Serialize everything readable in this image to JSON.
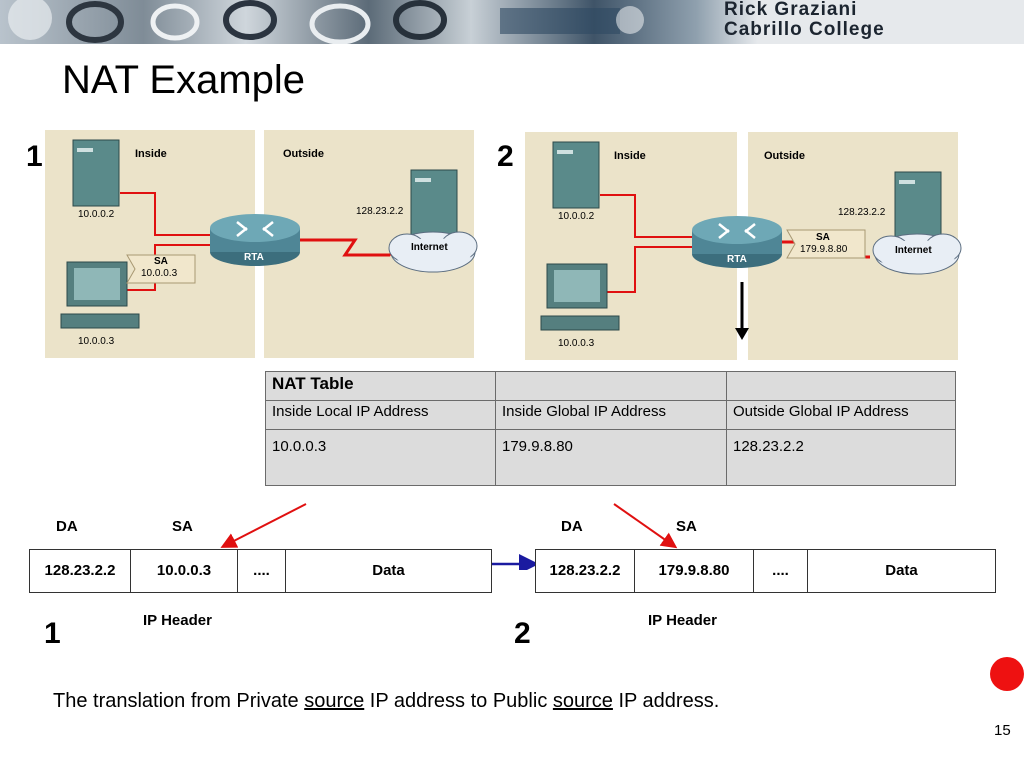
{
  "banner": {
    "author_line1": "Rick Graziani",
    "author_line2": "Cabrillo College"
  },
  "title": "NAT Example",
  "diagram1": {
    "step": "1",
    "inside_label": "Inside",
    "outside_label": "Outside",
    "server_ip": "10.0.0.2",
    "pc_ip": "10.0.0.3",
    "router_label": "RTA",
    "remote_ip": "128.23.2.2",
    "cloud_label": "Internet",
    "sa_tag": "SA",
    "sa_value": "10.0.0.3"
  },
  "diagram2": {
    "step": "2",
    "inside_label": "Inside",
    "outside_label": "Outside",
    "server_ip": "10.0.0.2",
    "pc_ip": "10.0.0.3",
    "router_label": "RTA",
    "remote_ip": "128.23.2.2",
    "cloud_label": "Internet",
    "sa_tag": "SA",
    "sa_value": "179.9.8.80"
  },
  "nat_table": {
    "title": "NAT Table",
    "headers": [
      "Inside Local IP Address",
      "Inside Global IP Address",
      "Outside Global IP Address"
    ],
    "rows": [
      [
        "10.0.0.3",
        "179.9.8.80",
        "128.23.2.2"
      ]
    ]
  },
  "packet1": {
    "da_label": "DA",
    "sa_label": "SA",
    "cells": [
      "128.23.2.2",
      "10.0.0.3",
      "....",
      "Data"
    ],
    "header_label": "IP Header",
    "step": "1"
  },
  "packet2": {
    "da_label": "DA",
    "sa_label": "SA",
    "cells": [
      "128.23.2.2",
      "179.9.8.80",
      "....",
      "Data"
    ],
    "header_label": "IP Header",
    "step": "2"
  },
  "caption": {
    "part1": "The translation from Private ",
    "underline1": "source",
    "part2": " IP address to Public ",
    "underline2": "source",
    "part3": " IP address."
  },
  "page_number": "15",
  "colors": {
    "panel": "#ebe3c9",
    "link_red": "#e01010",
    "arrow_blue": "#1a1aa0",
    "dot_red": "#ee1111"
  }
}
